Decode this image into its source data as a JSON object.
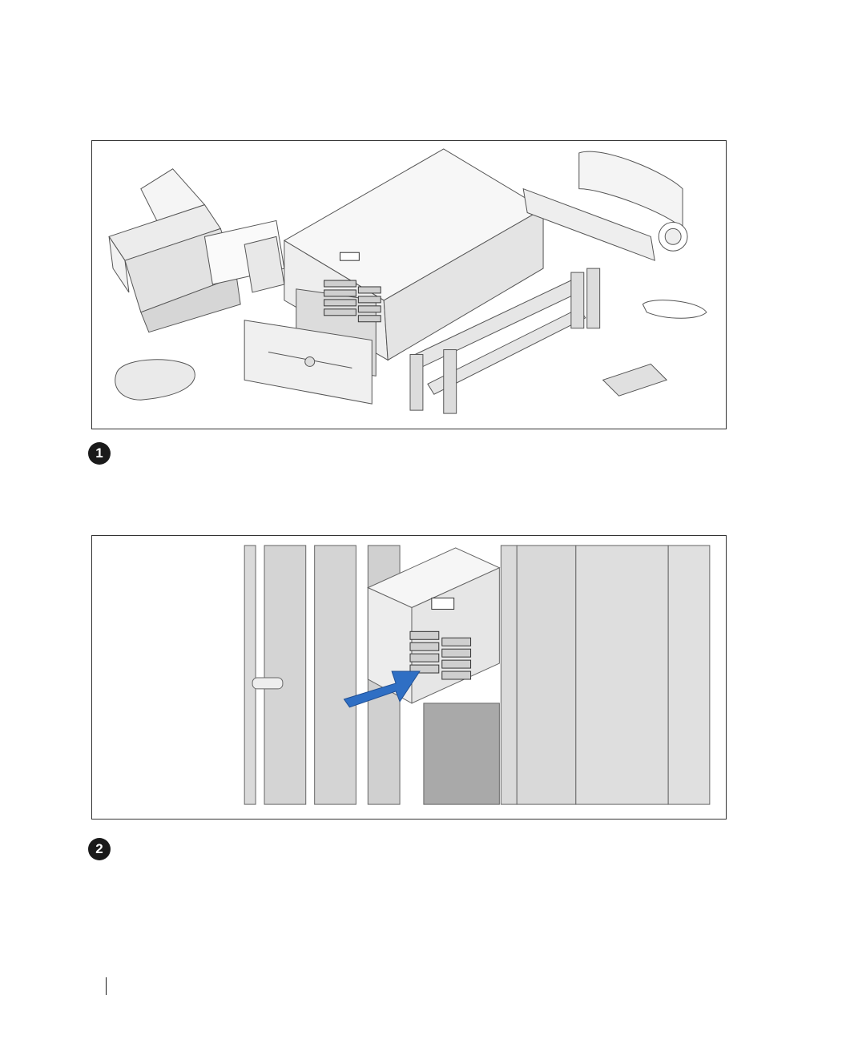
{
  "steps": [
    {
      "number": "1"
    },
    {
      "number": "2"
    }
  ],
  "figures": [
    {
      "name": "server-and-rack-kit-contents"
    },
    {
      "name": "install-server-in-rack"
    }
  ]
}
